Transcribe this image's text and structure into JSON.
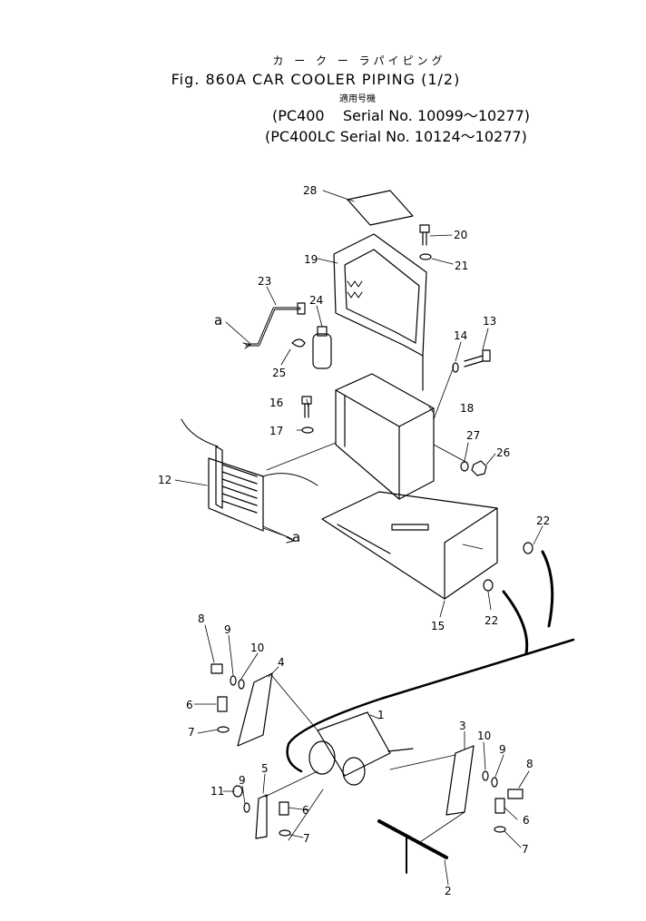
{
  "header": {
    "kana_title": "カ ー ク ー ラパイピング",
    "figure_title": "Fig. 860A CAR COOLER PIPING (1/2)",
    "applicability_label": "適用号機",
    "serial_line_1": "(PC400    Serial No. 10099～10277)",
    "serial_line_2": "(PC400LC Serial No. 10124～10277)"
  },
  "callouts": [
    "28",
    "20",
    "21",
    "19",
    "23",
    "24",
    "a",
    "25",
    "14",
    "13",
    "16",
    "18",
    "17",
    "27",
    "26",
    "12",
    "a",
    "22",
    "15",
    "22",
    "8",
    "9",
    "10",
    "4",
    "1",
    "6",
    "7",
    "3",
    "10",
    "9",
    "8",
    "5",
    "11",
    "9",
    "6",
    "7",
    "6",
    "7",
    "2"
  ],
  "colors": {
    "ink": "#000000",
    "paper": "#ffffff"
  }
}
